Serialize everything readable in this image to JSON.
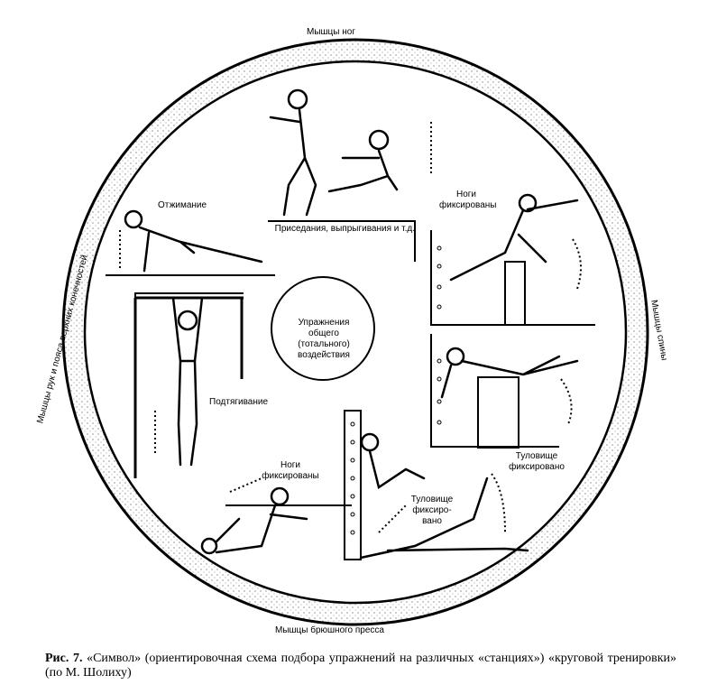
{
  "figure": {
    "ring_labels": {
      "top": "Мышцы ног",
      "left": "Мышцы рук и пояса верхних конечностей",
      "right": "Мышцы спины",
      "bottom": "Мышцы брюшного пресса"
    },
    "center_label": "Упражнения общего (тотального) воздействия",
    "stations": {
      "pushups": "Отжимание",
      "squats": "Приседания, выпрыгивания и т.д.",
      "legs_fixed_back": "Ноги фиксированы",
      "pullups": "Подтягивание",
      "trunk_fixed_back": "Туловище фиксировано",
      "legs_fixed_abs": "Ноги фиксированы",
      "trunk_fixed_abs": "Туловище фиксиро- вано"
    }
  },
  "caption": {
    "number": "Рис. 7.",
    "text": "«Символ» (ориентировочная схема подбора упражнений на различных «станциях») «круговой тренировки» (по М. Шолиху)"
  }
}
